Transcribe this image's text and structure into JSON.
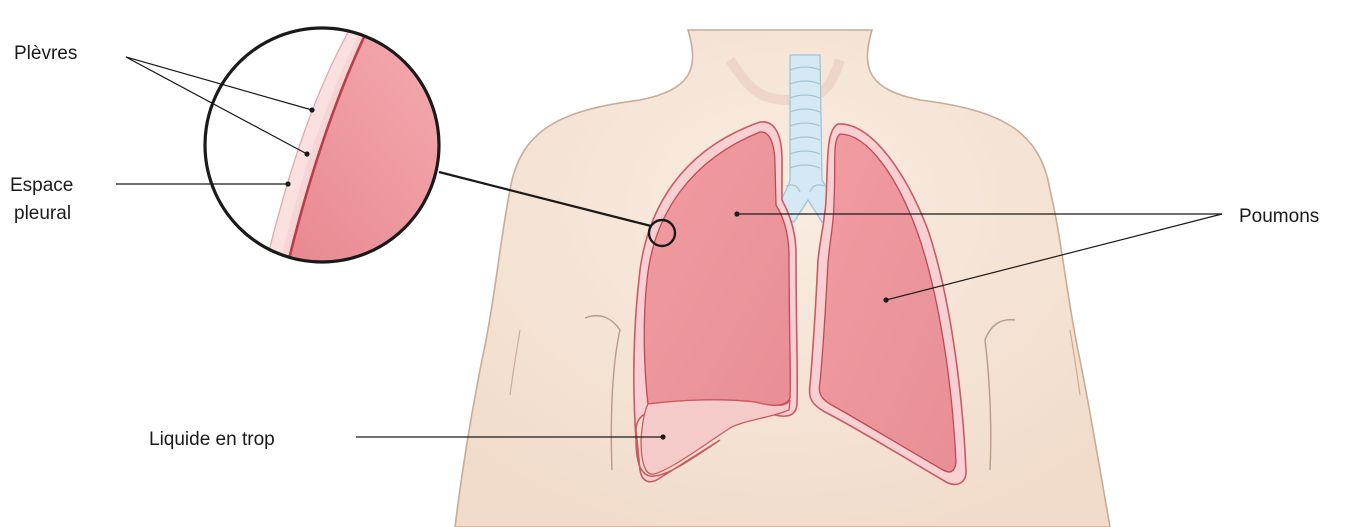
{
  "labels": {
    "plevres": "Plèvres",
    "espace_line1": "Espace",
    "espace_line2": "pleural",
    "liquide": "Liquide en trop",
    "poumons": "Poumons"
  },
  "colors": {
    "skin": "#f6e6d8",
    "skin_outline": "#c7a794",
    "lung_fill": "#eea0a4",
    "lung_rim": "#f5c2c4",
    "lung_outline": "#c9505a",
    "fluid": "#f4c6c4",
    "trachea": "#cfe6f2",
    "trachea_outline": "#9fbfd3",
    "line": "#1a1a1a"
  },
  "icons": {
    "magnifier": "zoom-circle-icon"
  }
}
